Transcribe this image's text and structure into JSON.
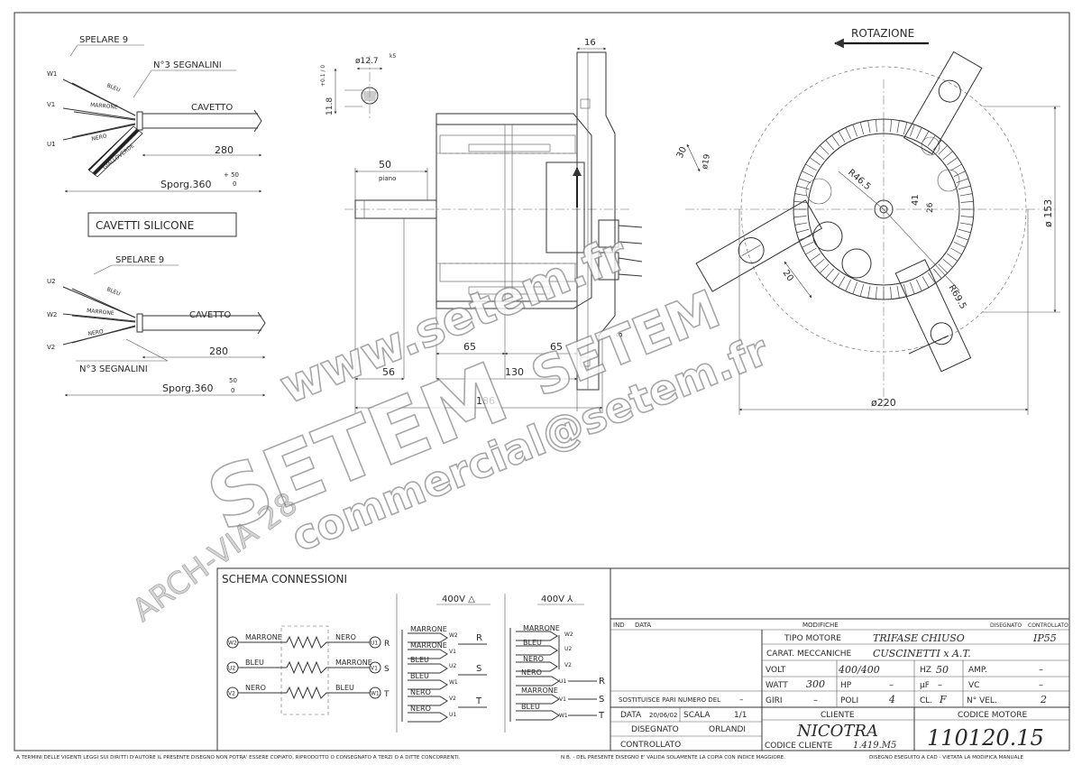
{
  "wire_diagrams": {
    "spelare_top": "SPELARE 9",
    "segnalini_top": "N°3 SEGNALINI",
    "cavetto_top": "CAVETTO",
    "length_top": "280",
    "sporg_top": "Sporg.360",
    "sporg_tol_top_plus": "+ 50",
    "sporg_tol_top_zero": "0",
    "terminals_top": [
      "W1",
      "V1",
      "U1"
    ],
    "wire_labels_top": [
      "BLEU",
      "MARRONE",
      "NERO",
      "GIALLOVERDE"
    ],
    "cavetti_silicone": "CAVETTI SILICONE",
    "spelare_bottom": "SPELARE 9",
    "cavetto_bottom": "CAVETTO",
    "length_bottom": "280",
    "segnalini_bottom": "N°3 SEGNALINI",
    "sporg_bottom": "Sporg.360",
    "sporg_tol_bottom_plus": "50",
    "sporg_tol_bottom_zero": "0",
    "terminals_bottom": [
      "U2",
      "W2",
      "V2"
    ],
    "wire_labels_bottom": [
      "BLEU",
      "MARRONE",
      "NERO"
    ]
  },
  "side_view": {
    "dim_flange": "16",
    "dim_shaft_dia": "ø12.7",
    "dim_shaft_tol": "k5",
    "dim_key": "11.8",
    "dim_key_tol": "+0.1 / 0",
    "dim_shaft_len": "50",
    "dim_piano": "piano",
    "dim_65_left": "65",
    "dim_65_right": "65",
    "dim_56": "56",
    "dim_130": "130",
    "dim_186": "186",
    "dim_8": "8"
  },
  "front_view": {
    "rotation_label": "ROTAZIONE",
    "dim_30": "30",
    "dim_19": "ø19",
    "dim_r46": "R46.5",
    "dim_41": "41",
    "dim_26": "26",
    "dim_20": "20",
    "dim_r69": "R69.5",
    "dim_153": "ø 153",
    "dim_220": "ø220"
  },
  "watermark": {
    "url": "www.setem.fr",
    "brand": "SETEM",
    "brand_small": "SETEM",
    "email": "commercial@setem.fr",
    "archive": "ARCH-VIA 28"
  },
  "schema": {
    "title": "SCHEMA CONNESSIONI",
    "delta_label": "400V △",
    "star_label": "400V ⅄",
    "left_rows": [
      {
        "t_in": "W2",
        "c_in": "MARRONE",
        "c_out": "NERO",
        "t_out": "U1",
        "phase": "R"
      },
      {
        "t_in": "U2",
        "c_in": "BLEU",
        "c_out": "MARRONE",
        "t_out": "V1",
        "phase": "S"
      },
      {
        "t_in": "V2",
        "c_in": "NERO",
        "c_out": "BLEU",
        "t_out": "W1",
        "phase": "T"
      }
    ],
    "delta_pairs": [
      {
        "a": "MARRONE",
        "ta": "W2",
        "b": "MARRONE",
        "tb": "V1",
        "phase": "R"
      },
      {
        "a": "BLEU",
        "ta": "U2",
        "b": "BLEU",
        "tb": "W1",
        "phase": "S"
      },
      {
        "a": "NERO",
        "ta": "V2",
        "b": "NERO",
        "tb": "U1",
        "phase": "T"
      }
    ],
    "star_star": [
      {
        "c": "MARRONE",
        "t": "W2"
      },
      {
        "c": "BLEU",
        "t": "U2"
      },
      {
        "c": "NERO",
        "t": "V2"
      }
    ],
    "star_lines": [
      {
        "c": "NERO",
        "t": "U1",
        "phase": "R"
      },
      {
        "c": "MARRONE",
        "t": "V1",
        "phase": "S"
      },
      {
        "c": "BLEU",
        "t": "W1",
        "phase": "T"
      }
    ]
  },
  "title_block": {
    "ind": "IND",
    "data_hdr": "DATA",
    "modifiche": "MODIFICHE",
    "disegnato_hdr": "DISEGNATO",
    "controllato_hdr": "CONTROLLATO",
    "tipo_motore_label": "TIPO MOTORE",
    "tipo_motore": "TRIFASE CHIUSO",
    "ip": "IP55",
    "carat_label": "CARAT. MECCANICHE",
    "carat": "CUSCINETTI x A.T.",
    "volt_label": "VOLT",
    "volt": "400/400",
    "hz_label": "HZ",
    "hz": "50",
    "amp_label": "AMP.",
    "amp": "–",
    "watt_label": "WATT",
    "watt": "300",
    "hp_label": "HP",
    "hp": "–",
    "uf_label": "μF",
    "uf": "–",
    "vc_label": "VC",
    "vc": "–",
    "giri_label": "GIRI",
    "giri": "–",
    "poli_label": "POLI",
    "poli": "4",
    "cl_label": "CL.",
    "cl": "F",
    "nvel_label": "N° VEL.",
    "nvel": "2",
    "sostituisce_label": "SOSTITUISCE PARI NUMERO DEL",
    "sostituisce": "–",
    "data_label": "DATA",
    "data": "20/06/02",
    "scala_label": "SCALA",
    "scala": "1/1",
    "disegnato_label": "DISEGNATO",
    "disegnato": "ORLANDI",
    "controllato_label": "CONTROLLATO",
    "cliente_label": "CLIENTE",
    "cliente": "NICOTRA",
    "codice_cliente_label": "CODICE CLIENTE",
    "codice_cliente": "1.419.M5",
    "codice_motore_label": "CODICE MOTORE",
    "codice_motore": "110120.15"
  },
  "footer": {
    "left": "A TERMINI DELLE VIGENTI LEGGI SUI DIRITTI D'AUTORE IL PRESENTE DISEGNO NON POTRA' ESSERE COPIATO, RIPRODOTTO O CONSEGNATO A TERZI O A DITTE CONCORRENTI.",
    "mid": "N.B. - DEL PRESENTE DISEGNO E' VALIDA SOLAMENTE LA COPIA CON INDICE MAGGIORE.",
    "right": "DISEGNO ESEGUITO A CAD - VIETATA LA MODIFICA MANUALE"
  }
}
